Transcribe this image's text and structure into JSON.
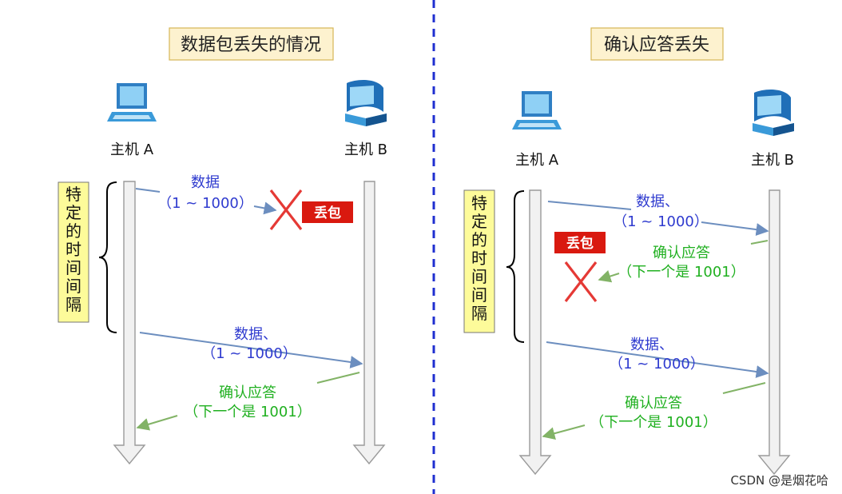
{
  "left": {
    "title": "数据包丢失的情况",
    "host_a": "主机 A",
    "host_b": "主机 B",
    "interval_label": [
      "特",
      "定",
      "的",
      "时",
      "间",
      "间",
      "隔"
    ],
    "msg1": {
      "line1": "数据",
      "line2": "（1 ~ 1000）"
    },
    "lost_label": "丢包",
    "msg2": {
      "line1": "数据、",
      "line2": "（1 ~ 1000）"
    },
    "ack": {
      "line1": "确认应答",
      "line2": "（下一个是 1001）"
    }
  },
  "right": {
    "title": "确认应答丢失",
    "host_a": "主机 A",
    "host_b": "主机 B",
    "interval_label": [
      "特",
      "定",
      "的",
      "时",
      "间",
      "间",
      "隔"
    ],
    "msg1": {
      "line1": "数据、",
      "line2": "（1 ~ 1000）"
    },
    "lost_label": "丢包",
    "ack1": {
      "line1": "确认应答",
      "line2": "（下一个是 1001）"
    },
    "msg2": {
      "line1": "数据、",
      "line2": "（1 ~ 1000）"
    },
    "ack2": {
      "line1": "确认应答",
      "line2": "（下一个是 1001）"
    }
  },
  "watermark": "CSDN @是烟花哈",
  "colors": {
    "data_text": "#2f3bcf",
    "ack_text": "#20b020",
    "lost_badge": "#d9190f",
    "divider": "#1f2fd0",
    "computer": "#3a9ad9"
  }
}
